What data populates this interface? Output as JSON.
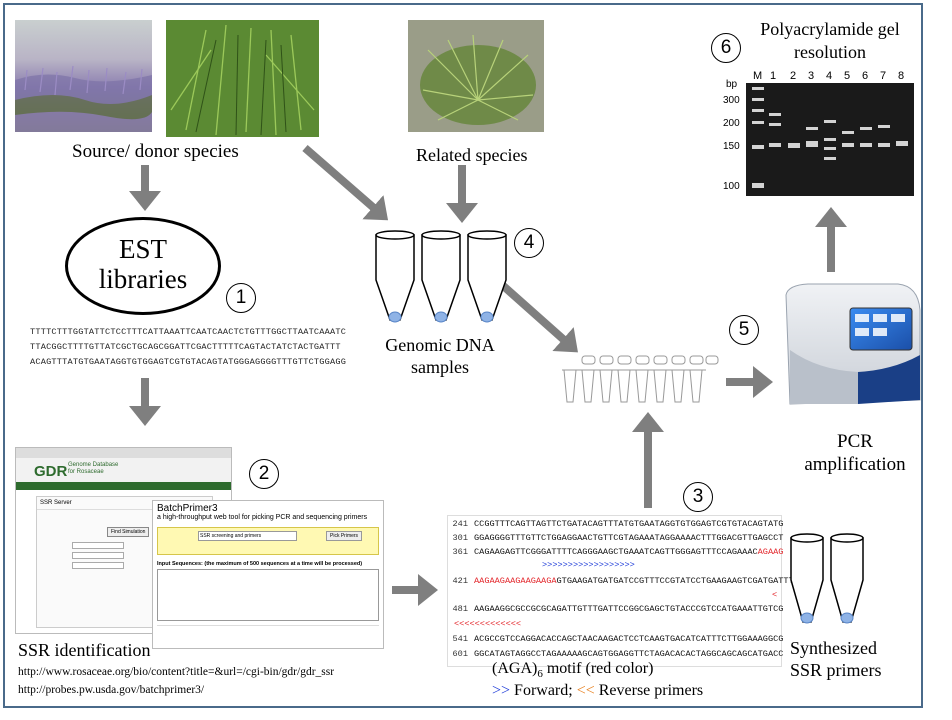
{
  "labels": {
    "source_species": "Source/ donor species",
    "related_species": "Related species",
    "est_line1": "EST",
    "est_line2": "libraries",
    "genomic_line1": "Genomic DNA",
    "genomic_line2": "samples",
    "gel_line1": "Polyacrylamide gel",
    "gel_line2": "resolution",
    "pcr_line1": "PCR",
    "pcr_line2": "amplification",
    "ssr_identification": "SSR identification",
    "synth_line1": "Synthesized",
    "synth_line2": "SSR primers",
    "url1": "http://www.rosaceae.org/bio/content?title=&url=/cgi-bin/gdr/gdr_ssr",
    "url2": "http://probes.pw.usda.gov/batchprimer3/",
    "motif_prefix": "(AGA)",
    "motif_sub": "6",
    "motif_suffix": " motif (red color)",
    "forward_symbol": ">>",
    "forward_label": " Forward; ",
    "reverse_symbol": "<<",
    "reverse_label": " Reverse primers"
  },
  "step_numbers": [
    "1",
    "2",
    "3",
    "4",
    "5",
    "6"
  ],
  "est_sequence": [
    "TTTTCTTTGGTATTCTCCTTTCATTAAATTCAATCAACTCTGTTTGGCTTAATCAAATC",
    "TTACGGCTTTTGTTATCGCTGCAGCGGATTCGACTTTTTCAGTACTATCTACTGATTT",
    "ACAGTTTATGTGAATAGGTGTGGAGTCGTGTACAGTATGGGAGGGGTTTGTTCTGGAGG"
  ],
  "ssr_rows": [
    {
      "num": "241",
      "text": "CCGGTTTCAGTTAGTTCTGATACAGTTTATGTGAATAGGTGTGGAGTCGTGTACAGTATG"
    },
    {
      "num": "301",
      "text": "GGAGGGGTTTGTTCTGGAGGAACTGTTCGTAGAAATAGGAAAACTTTGGACGTTGAGCCT"
    },
    {
      "num": "361",
      "text": "CAGAAGAGTTCGGGATTTTCAGGGAAGCTGAAATCAGTTGGGAGTTTCCAGAAAC",
      "red": "AGAAG"
    },
    {
      "num": "421",
      "red": "AAGAAGAAGAAGAAGA",
      "text": "GTGAAGATGATGATCCGTTTCCGTATCCTGAAGAAGTCGATGATTTT"
    },
    {
      "num": "481",
      "text": "AAGAAGGCGCCGCGCAGATTGTTTGATTCCGGCGAGCTGTACCCGTCCATGAAATTGTCG"
    },
    {
      "num": "541",
      "text": "ACGCCGTCCAGGACACCAGCTAACAAGACTCCTCAAGTGACATCATTTCTTGGAAAGGCG"
    },
    {
      "num": "601",
      "text": "GGCATAGTAGGCCTAGAAAAAGCAGTGGAGGTTCTAGACACACTAGGCAGCAGCATGACC"
    }
  ],
  "forward_marks": ">>>>>>>>>>>>>>>>>>",
  "reverse_marks_short": "<",
  "reverse_marks": "<<<<<<<<<<<<<",
  "gel": {
    "bp_label": "bp",
    "size_markers": [
      "300",
      "200",
      "150",
      "100"
    ],
    "lanes": [
      "M",
      "1",
      "2",
      "3",
      "4",
      "5",
      "6",
      "7",
      "8"
    ]
  },
  "batchprimer": {
    "title": "BatchPrimer3",
    "subtitle": "a high-throughput web tool for picking PCR and sequencing primers",
    "input_label": "Input Sequences: (the maximum of 500 sequences at a time will be processed)",
    "primer_type": "SSR screening and primers",
    "pick_button": "Pick Primers"
  },
  "gdr": {
    "logo": "GDR",
    "subtitle_line1": "Genome Database",
    "subtitle_line2": "for Rosaceae",
    "panel_title": "SSR Server",
    "find_button": "Find Simulation"
  },
  "colors": {
    "frame": "#4a6a8a",
    "arrow": "#7f7f7f",
    "motif_red": "#e3262b",
    "forward_blue": "#1d3bd8",
    "gel_bg": "#1a1a1a",
    "pcr_screen": "#1e6fd8"
  }
}
